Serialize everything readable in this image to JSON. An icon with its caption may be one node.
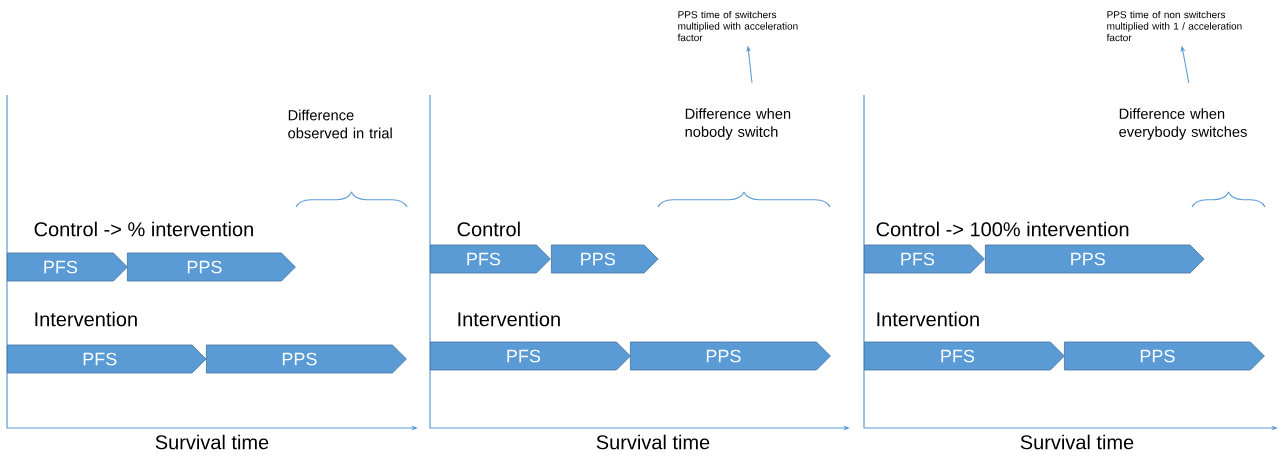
{
  "diagram": {
    "nodes": [
      {
        "text": [
          "PPS time of switchers multiplied with acceleration factor"
        ]
      },
      {
        "text": [
          "PPS time of non switchers multiplied with 1 / acceleration factor"
        ]
      },
      {
        "text": [
          "Difference when nobody switch"
        ]
      },
      {
        "text": [
          "Difference when everybody switches"
        ]
      },
      {
        "text": [
          "PFS"
        ]
      },
      {
        "text": [
          "PPS"
        ]
      },
      {
        "text": [
          "PFS"
        ]
      },
      {
        "text": [
          "PPS"
        ]
      },
      {
        "text": [
          "PFS"
        ]
      },
      {
        "text": [
          "PPS"
        ]
      },
      {
        "text": [
          "PFS"
        ]
      },
      {
        "text": [
          "PPS"
        ]
      },
      {
        "text": [
          "PFS"
        ]
      },
      {
        "text": [
          "PPS"
        ]
      },
      {
        "text": [
          "PFS"
        ]
      },
      {
        "text": [
          "PPS"
        ]
      }
    ],
    "edges": [
      {
        "from": 2,
        "to": 0,
        "arrow": "to"
      },
      {
        "from": 3,
        "to": 1,
        "arrow": "to"
      }
    ],
    "labels": [
      "Difference observed in trial",
      "Control -> % intervention",
      "Intervention",
      "Survival time",
      "Control",
      "Intervention",
      "Survival time",
      "Control -> 100% intervention",
      "Intervention",
      "Survival time"
    ]
  }
}
